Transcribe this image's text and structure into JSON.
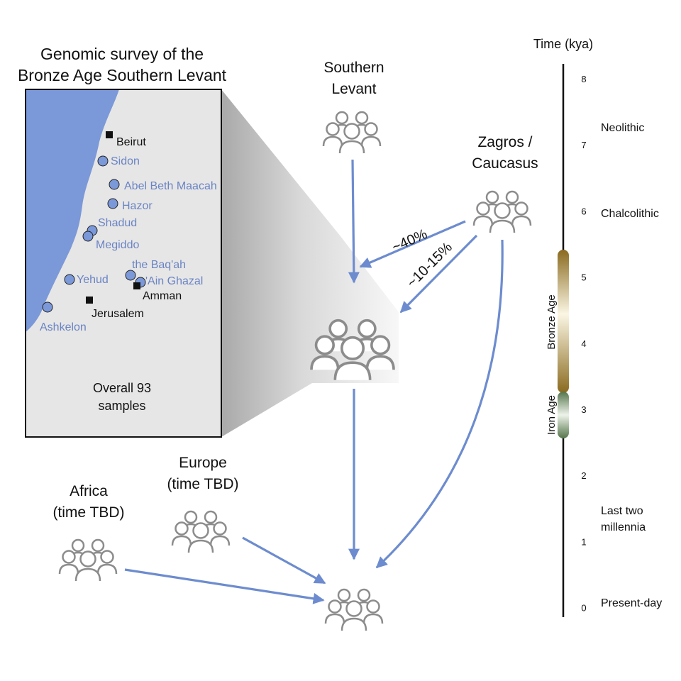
{
  "map": {
    "title_line1": "Genomic survey of the",
    "title_line2": "Bronze Age Southern Levant",
    "summary_line1": "Overall 93",
    "summary_line2": "samples",
    "cities": [
      {
        "name": "Beirut"
      },
      {
        "name": "Amman"
      },
      {
        "name": "Jerusalem"
      }
    ],
    "sites": [
      {
        "name": "Sidon"
      },
      {
        "name": "Abel Beth Maacah"
      },
      {
        "name": "Hazor"
      },
      {
        "name": "Shadud"
      },
      {
        "name": "Megiddo"
      },
      {
        "name": "the Baq'ah"
      },
      {
        "name": "'Ain Ghazal"
      },
      {
        "name": "Yehud"
      },
      {
        "name": "Ashkelon"
      }
    ],
    "colors": {
      "sea": "#7b98d8",
      "land": "#e6e6e6",
      "site": "#6a84c4"
    }
  },
  "groups": {
    "southern_levant": {
      "line1": "Southern",
      "line2": "Levant"
    },
    "zagros": {
      "line1": "Zagros /",
      "line2": "Caucasus"
    },
    "europe": {
      "line1": "Europe",
      "line2": "(time TBD)"
    },
    "africa": {
      "line1": "Africa",
      "line2": "(time TBD)"
    }
  },
  "arrows": {
    "zagros_to_bronze_pct": "~40%",
    "zagros_to_bronze_pct2": "~10-15%",
    "color": "#6d8ccf"
  },
  "timeline": {
    "title": "Time (kya)",
    "ticks": [
      "8",
      "7",
      "6",
      "5",
      "4",
      "3",
      "2",
      "1",
      "0"
    ],
    "eras": {
      "neolithic": "Neolithic",
      "chalcolithic": "Chalcolithic",
      "last_two_line1": "Last two",
      "last_two_line2": "millennia",
      "present": "Present-day"
    },
    "bronze_age": "Bronze Age",
    "iron_age": "Iron Age"
  }
}
